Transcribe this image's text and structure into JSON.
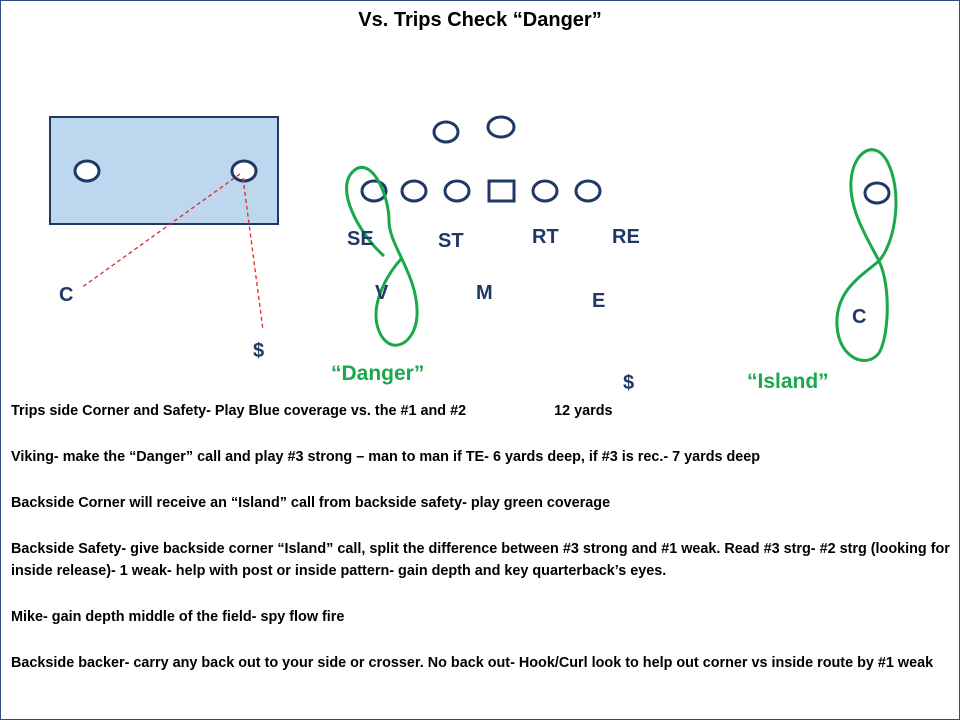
{
  "title": "Vs. Trips  Check “Danger”",
  "colors": {
    "coverage_box": "#bdd7ee",
    "coverage_box_border": "#1f3864",
    "player_fill": "#ffffff",
    "player_border": "#1f3864",
    "defender_label": "#1f3864",
    "green_route": "#19a84a",
    "call_text": "#19a84a",
    "red_line": "#e0262a"
  },
  "defense_labels": {
    "se": "SE",
    "st": "ST",
    "rt": "RT",
    "re": "RE",
    "c_left": "C",
    "v": "V",
    "m": "M",
    "e": "E",
    "c_right": "C",
    "safety_left": "$",
    "safety_right": "$"
  },
  "calls": {
    "danger": "“Danger”",
    "island": "“Island”"
  },
  "notes": {
    "p1_main": "Trips side Corner and Safety- Play Blue coverage vs. the #1 and #2",
    "p1_depth": "12 yards",
    "p2": "Viking- make the “Danger” call and play #3 strong – man to man  if TE- 6 yards deep, if #3 is rec.- 7 yards deep",
    "p3": "Backside Corner will receive an “Island” call from backside safety- play green coverage",
    "p4": "Backside Safety- give backside corner “Island” call, split the difference between #3 strong and #1 weak.  Read #3 strg- #2 strg (looking for inside release)- 1 weak- help with post or inside pattern- gain depth and key quarterback’s eyes.",
    "p5": "Mike- gain depth middle of the field- spy flow fire",
    "p6": "Backside backer- carry any back out to your side or crosser.  No back out- Hook/Curl look to help out corner vs inside route by #1 weak"
  }
}
